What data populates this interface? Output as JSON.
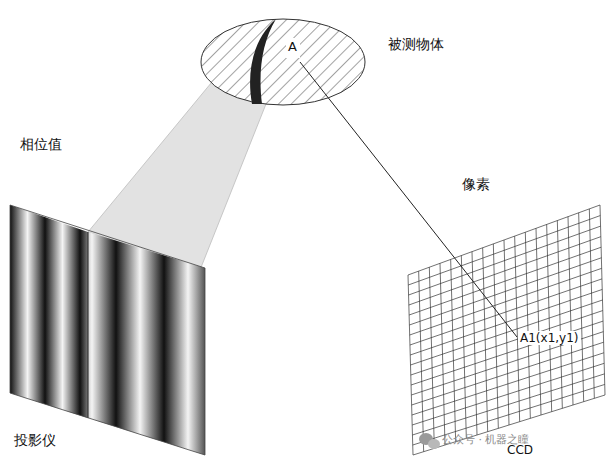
{
  "diagram": {
    "labels": [
      "被测物体",
      "A",
      "相位值",
      "像素",
      "A1(x1,y1)",
      "投影仪",
      "CCD",
      "公众号 · 机器之瞳"
    ]
  }
}
